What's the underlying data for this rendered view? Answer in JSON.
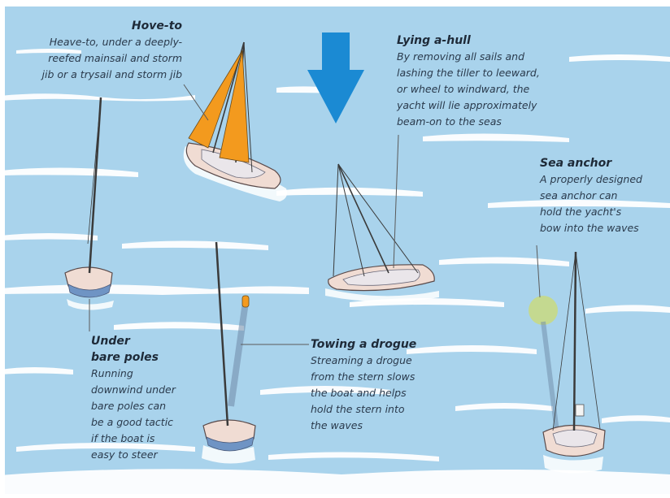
{
  "colors": {
    "sea": "#a9d3ec",
    "foam": "#ffffff",
    "arrow": "#1b8ad3",
    "hull": "#f0dcd3",
    "sail": "#f39a1e",
    "anchor": "#c6d986",
    "keel": "#6f94c4"
  },
  "icons": [
    "wind-arrow-icon",
    "sailboat-icon",
    "sea-anchor-icon",
    "drogue-icon"
  ],
  "tactics": {
    "hove_to": {
      "title": "Hove-to",
      "line1": "Heave-to, under a deeply-",
      "line2": "reefed mainsail and storm",
      "line3": "jib or a trysail and storm jib"
    },
    "lying_a_hull": {
      "title": "Lying a-hull",
      "line1": "By removing all sails and",
      "line2": "lashing the tiller to leeward,",
      "line3": "or wheel to windward, the",
      "line4": "yacht will lie approximately",
      "line5": "beam-on to the seas"
    },
    "sea_anchor": {
      "title": "Sea anchor",
      "line1": "A properly designed",
      "line2": "sea anchor can",
      "line3": "hold the yacht's",
      "line4": "bow into the waves"
    },
    "bare_poles": {
      "title_line1": "Under",
      "title_line2": "bare poles",
      "line1": "Running",
      "line2": "downwind under",
      "line3": "bare poles can",
      "line4": "be a good tactic",
      "line5": "if the boat is",
      "line6": "easy to steer"
    },
    "drogue": {
      "title": "Towing a drogue",
      "line1": "Streaming a drogue",
      "line2": "from the stern slows",
      "line3": "the boat and helps",
      "line4": "hold the stern into",
      "line5": "the waves"
    }
  }
}
